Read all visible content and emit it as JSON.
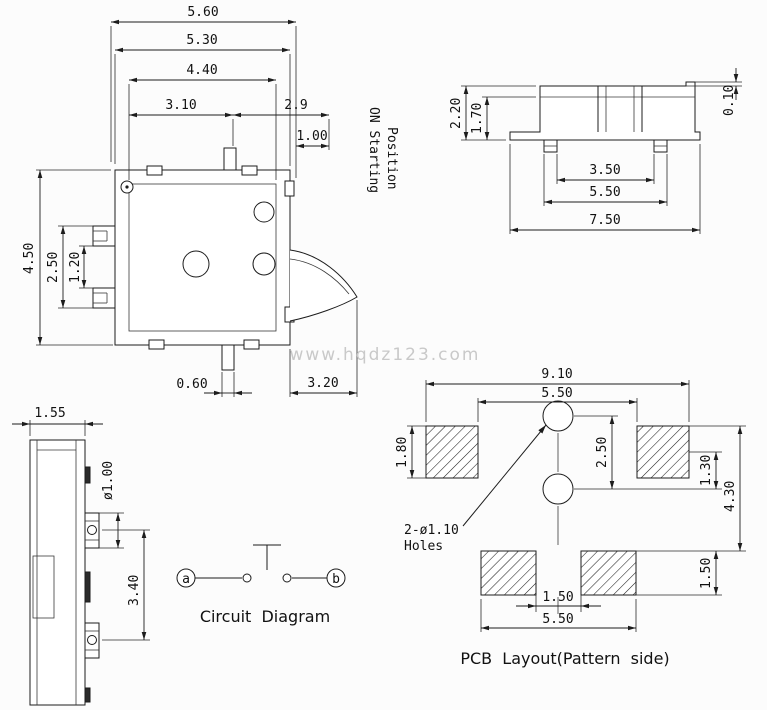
{
  "watermark": "www.hqdz123.com",
  "colors": {
    "line": "#1c1c1c",
    "watermark": "#c9c9c9",
    "background": "#fcfcfc"
  },
  "top_view": {
    "note_line1": "ON Starting",
    "note_line2": "Position",
    "dim_overall_width": "5.60",
    "dim_body_width": "5.30",
    "dim_inner_width": "4.40",
    "dim_stem_offset": "3.10",
    "dim_lever_travel": "2.9",
    "dim_stem_right": "1.00",
    "dim_body_height": "4.50",
    "dim_terminal_span": "2.50",
    "dim_terminal_gap": "1.20",
    "dim_stem_width": "0.60",
    "dim_lever_length": "3.20"
  },
  "front_view": {
    "dim_total_height": "2.20",
    "dim_body_height": "1.70",
    "dim_lip_height": "0.10",
    "dim_leg_inner": "3.50",
    "dim_leg_outer": "5.50",
    "dim_base_width": "7.50"
  },
  "side_view": {
    "dim_depth": "1.55",
    "dim_pin_dia": "ø1.00",
    "dim_pin_pitch": "3.40"
  },
  "circuit": {
    "terminal_a": "a",
    "terminal_b": "b",
    "caption": "Circuit  Diagram"
  },
  "pcb": {
    "dim_overall_width": "9.10",
    "dim_pad_inner_width": "5.50",
    "dim_pad_height": "1.80",
    "dim_hole_pitch": "2.50",
    "dim_hole_offset": "1.30",
    "dim_pad_span_height": "4.30",
    "dim_lower_pad_height": "1.50",
    "dim_lower_pad_gap": "1.50",
    "dim_lower_pad_span": "5.50",
    "holes_note_line1": "2-ø1.10",
    "holes_note_line2": "Holes",
    "caption": "PCB  Layout(Pattern  side)"
  }
}
